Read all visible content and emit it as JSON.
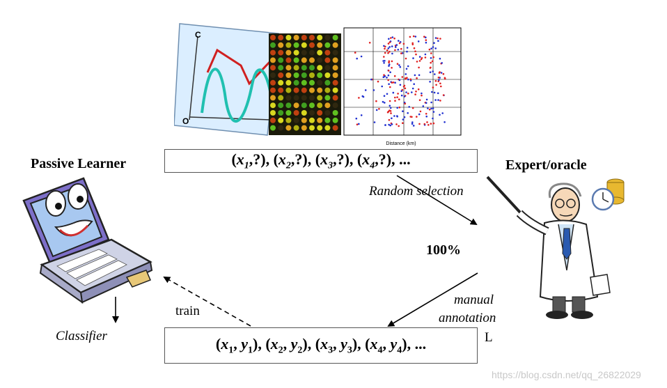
{
  "labels": {
    "passive_learner": "Passive Learner",
    "expert": "Expert/oracle",
    "random_selection": "Random selection",
    "percent": "100%",
    "manual_annotation_1": "manual",
    "manual_annotation_2": "annotation",
    "train": "train",
    "classifier": "Classifier",
    "set_label": "L",
    "watermark": "https://blog.csdn.net/qq_26822029"
  },
  "unlabeled": [
    {
      "x": "x",
      "sub": "1",
      "y": "?"
    },
    {
      "x": "x",
      "sub": "2",
      "y": "?"
    },
    {
      "x": "x",
      "sub": "3",
      "y": "?"
    },
    {
      "x": "x",
      "sub": "4",
      "y": "?"
    }
  ],
  "labeled": [
    {
      "x": "x",
      "sub": "1",
      "y": "y",
      "ysub": "1"
    },
    {
      "x": "x",
      "sub": "2",
      "y": "y",
      "ysub": "2"
    },
    {
      "x": "x",
      "sub": "3",
      "y": "y",
      "ysub": "3"
    },
    {
      "x": "x",
      "sub": "4",
      "y": "y",
      "ysub": "4"
    }
  ],
  "ellipsis": "...",
  "colors": {
    "line": "#000000",
    "box_border": "#555555",
    "red_series": "#e02020",
    "blue_series": "#2030d0"
  }
}
